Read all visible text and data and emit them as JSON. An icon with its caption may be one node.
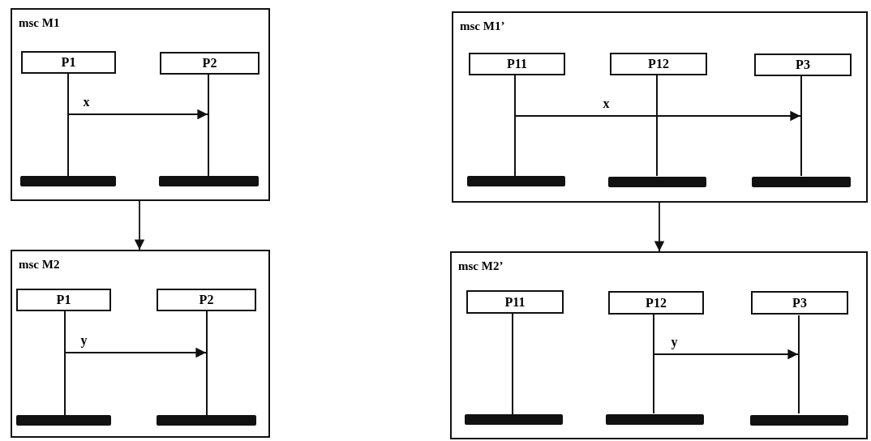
{
  "diagram": {
    "nodes": [
      {
        "text": [
          "msc M1"
        ]
      },
      {
        "text": [
          "P1"
        ],
        "in": 0
      },
      {
        "text": [
          "P2"
        ],
        "in": 0
      },
      {
        "text": [],
        "shape": "line",
        "in": 0
      },
      {
        "text": [],
        "shape": "line",
        "in": 0
      },
      {
        "text": [],
        "shape": "bar",
        "in": 0
      },
      {
        "text": [],
        "shape": "bar",
        "in": 0
      },
      {
        "text": [
          "msc M1’"
        ]
      },
      {
        "text": [
          "P11"
        ],
        "in": 7
      },
      {
        "text": [
          "P12"
        ],
        "in": 7
      },
      {
        "text": [
          "P3"
        ],
        "in": 7
      },
      {
        "text": [],
        "shape": "line",
        "in": 7
      },
      {
        "text": [],
        "shape": "line",
        "in": 7
      },
      {
        "text": [],
        "shape": "line",
        "in": 7
      },
      {
        "text": [],
        "shape": "bar",
        "in": 7
      },
      {
        "text": [],
        "shape": "bar",
        "in": 7
      },
      {
        "text": [],
        "shape": "bar",
        "in": 7
      },
      {
        "text": [
          "msc M2"
        ]
      },
      {
        "text": [
          "P1"
        ],
        "in": 17
      },
      {
        "text": [
          "P2"
        ],
        "in": 17
      },
      {
        "text": [],
        "shape": "line",
        "in": 17
      },
      {
        "text": [],
        "shape": "line",
        "in": 17
      },
      {
        "text": [],
        "shape": "bar",
        "in": 17
      },
      {
        "text": [],
        "shape": "bar",
        "in": 17
      },
      {
        "text": [
          "msc M2’"
        ]
      },
      {
        "text": [
          "P11"
        ],
        "in": 24
      },
      {
        "text": [
          "P12"
        ],
        "in": 24
      },
      {
        "text": [
          "P3"
        ],
        "in": 24
      },
      {
        "text": [],
        "shape": "line",
        "in": 24
      },
      {
        "text": [],
        "shape": "line",
        "in": 24
      },
      {
        "text": [],
        "shape": "line",
        "in": 24
      },
      {
        "text": [],
        "shape": "bar",
        "in": 24
      },
      {
        "text": [],
        "shape": "bar",
        "in": 24
      },
      {
        "text": [],
        "shape": "bar",
        "in": 24
      }
    ],
    "edges": [
      {
        "from": 3,
        "to": 4,
        "label": "x",
        "arrow": "to"
      },
      {
        "from": 11,
        "to": 13,
        "label": "x",
        "arrow": "to"
      },
      {
        "from": 20,
        "to": 21,
        "label": "y",
        "arrow": "to"
      },
      {
        "from": 29,
        "to": 30,
        "label": "y",
        "arrow": "to"
      },
      {
        "from": 0,
        "to": 17,
        "arrow": "to"
      },
      {
        "from": 7,
        "to": 24,
        "arrow": "to"
      }
    ]
  }
}
